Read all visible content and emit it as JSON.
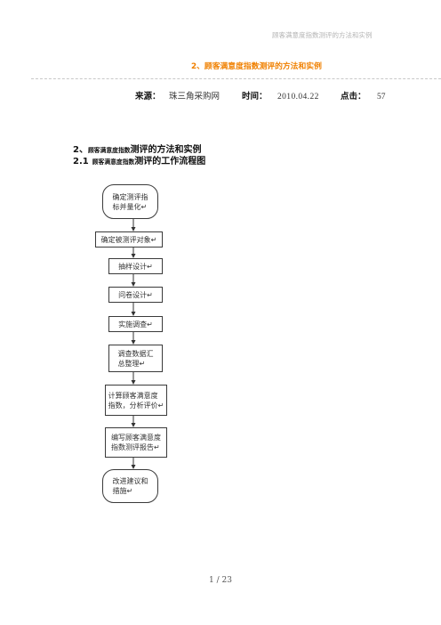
{
  "theme": {
    "accent": "#f08000",
    "muted": "#b4b4b4"
  },
  "page_header": {
    "running_title": "顾客满意度指数测评的方法和实例"
  },
  "article": {
    "title": "2、顾客满意度指数测评的方法和实例",
    "meta": {
      "source_label": "来源：",
      "source_value": "珠三角采购网",
      "time_label": "时间：",
      "time_value": "2010.04.22",
      "clicks_label": "点击：",
      "clicks_value": "57"
    },
    "section_heading": {
      "number": "2、",
      "small_part": "顾客满意度指数",
      "main_part": "测评的方法和实例"
    },
    "subsection_heading": {
      "number": "2.1",
      "small_part": "顾客满意度指数",
      "main_part": "测评的工作流程图"
    }
  },
  "flowchart": {
    "steps": [
      {
        "lines": [
          "确定测评指",
          "标并量化↵"
        ]
      },
      {
        "lines": [
          "确定被测评对象↵"
        ]
      },
      {
        "lines": [
          "抽样设计↵"
        ]
      },
      {
        "lines": [
          "问卷设计↵"
        ]
      },
      {
        "lines": [
          "实施调查↵"
        ]
      },
      {
        "lines": [
          "调查数据汇",
          "总整理↵"
        ]
      },
      {
        "lines": [
          "计算顾客满意度",
          "指数，分析评价↵"
        ]
      },
      {
        "lines": [
          "编写顾客满意度",
          "指数测评报告↵"
        ]
      },
      {
        "lines": [
          "改进建议和",
          "措施↵"
        ]
      }
    ]
  },
  "footer": {
    "page_indicator": "1 / 23"
  }
}
